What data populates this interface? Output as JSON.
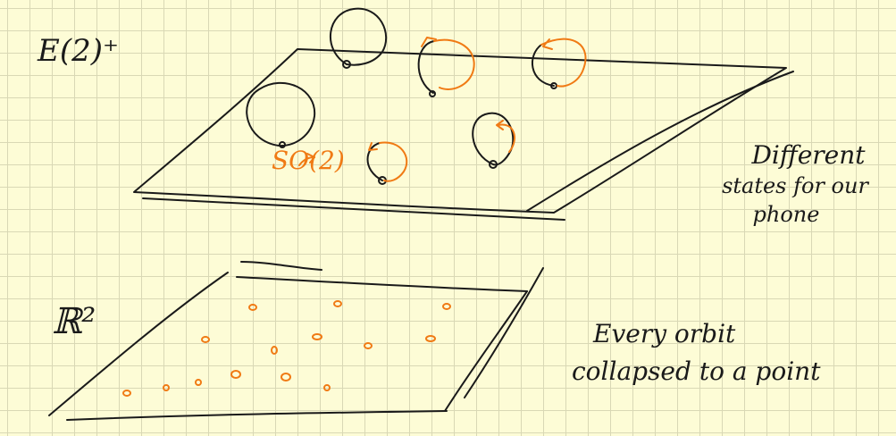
{
  "upper_label": "E(2)⁺",
  "lower_label": "ℝ²",
  "so2_label": "SO(2)",
  "right_note_upper": [
    "Different",
    "states for our",
    "phone"
  ],
  "right_note_lower": [
    "Every orbit",
    "collapsed to a point"
  ],
  "colors": {
    "ink": "#1a1a1a",
    "accent": "#f07a14",
    "paper": "#fdfcd6",
    "grid": "#d9d8b5"
  }
}
